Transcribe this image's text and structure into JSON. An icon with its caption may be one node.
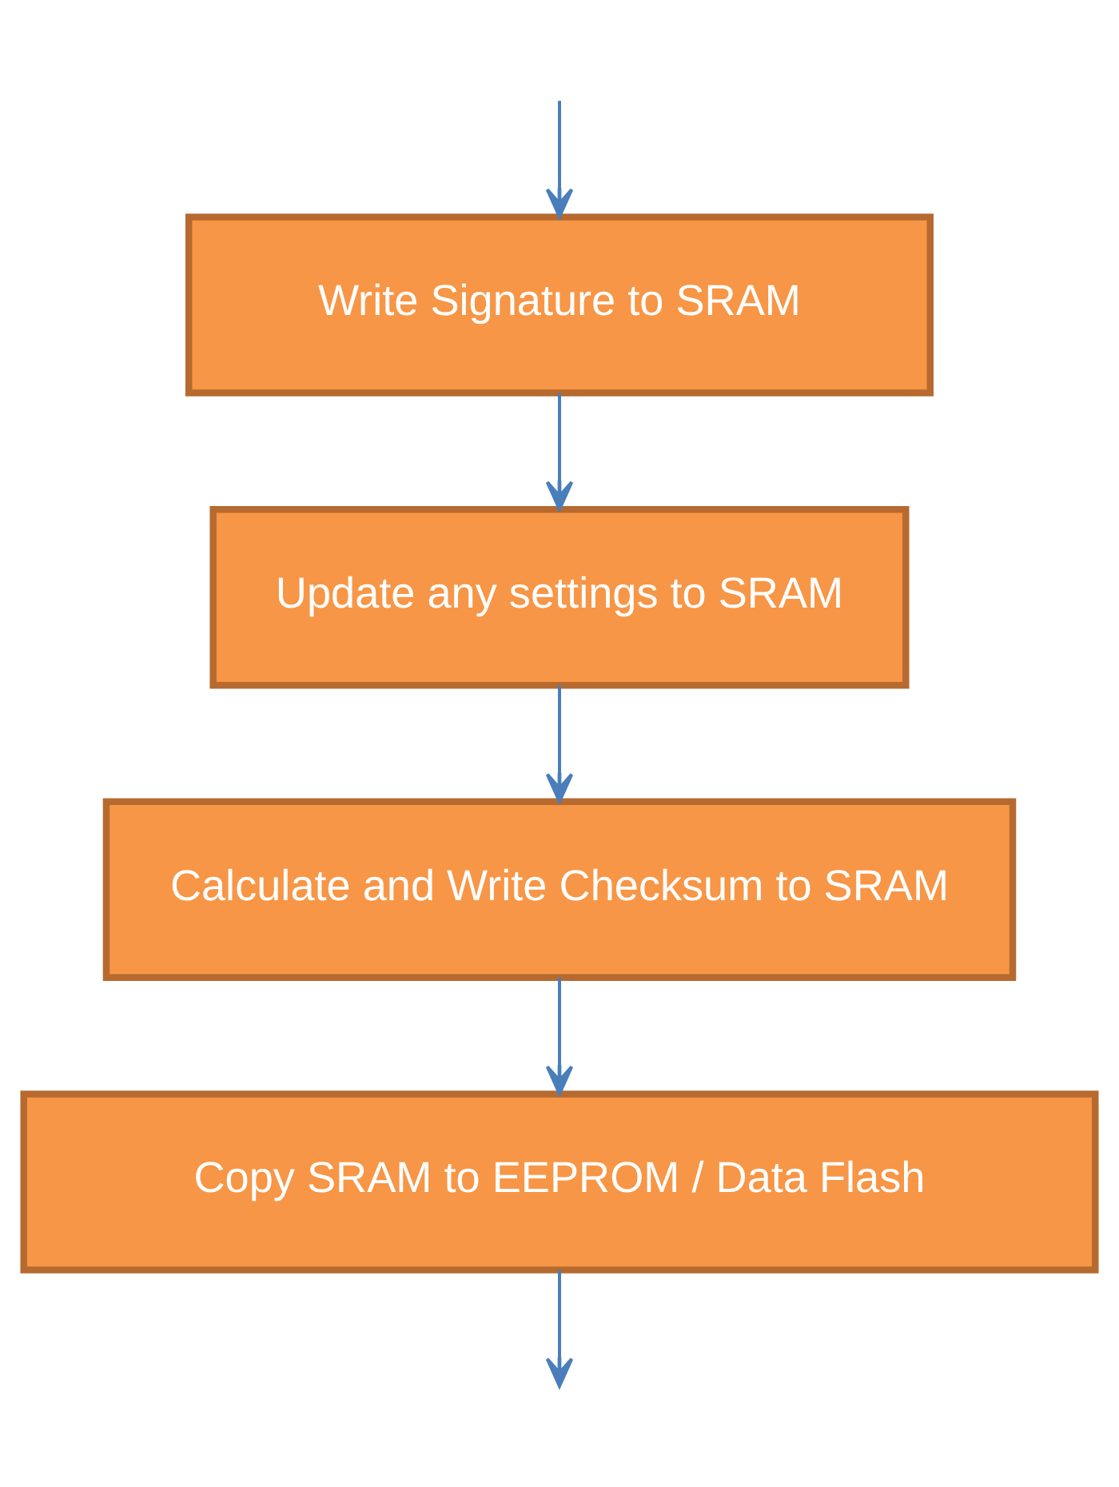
{
  "diagram": {
    "nodes": [
      {
        "text": [
          "Write Signature to SRAM"
        ]
      },
      {
        "text": [
          "Update any settings to SRAM"
        ]
      },
      {
        "text": [
          "Calculate and Write Checksum to SRAM"
        ]
      },
      {
        "text": [
          "Copy SRAM to EEPROM / Data Flash"
        ]
      }
    ],
    "edges": [
      {
        "from": null,
        "to": 0,
        "arrow": "to"
      },
      {
        "from": 0,
        "to": 1,
        "arrow": "to"
      },
      {
        "from": 1,
        "to": 2,
        "arrow": "to"
      },
      {
        "from": 2,
        "to": 3,
        "arrow": "to"
      },
      {
        "from": 3,
        "to": null,
        "arrow": "to"
      }
    ]
  }
}
